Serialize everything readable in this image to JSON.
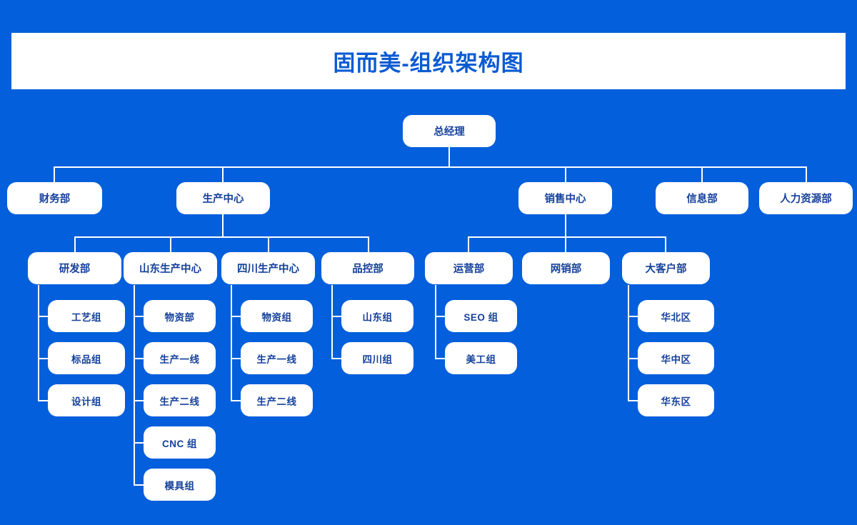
{
  "page": {
    "background_color": "#035FDB",
    "node_fill_color": "#FFFFFF",
    "node_text_color": "#14409A",
    "connector_color": "#FFFFFF"
  },
  "header": {
    "title": "固而美-组织架构图"
  },
  "chart_data": {
    "type": "diagram",
    "diagram_kind": "organization-chart",
    "title": "固而美-组织架构图",
    "orientation": "top-down",
    "nodes": [
      {
        "id": "ceo",
        "label": "总经理",
        "level": 0,
        "parent": null
      },
      {
        "id": "finance",
        "label": "财务部",
        "level": 1,
        "parent": "ceo"
      },
      {
        "id": "production",
        "label": "生产中心",
        "level": 1,
        "parent": "ceo"
      },
      {
        "id": "sales",
        "label": "销售中心",
        "level": 1,
        "parent": "ceo"
      },
      {
        "id": "info",
        "label": "信息部",
        "level": 1,
        "parent": "ceo"
      },
      {
        "id": "hr",
        "label": "人力资源部",
        "level": 1,
        "parent": "ceo"
      },
      {
        "id": "rd",
        "label": "研发部",
        "level": 2,
        "parent": "production"
      },
      {
        "id": "sd_prod",
        "label": "山东生产中心",
        "level": 2,
        "parent": "production"
      },
      {
        "id": "sc_prod",
        "label": "四川生产中心",
        "level": 2,
        "parent": "production"
      },
      {
        "id": "qc",
        "label": "品控部",
        "level": 2,
        "parent": "production"
      },
      {
        "id": "ops",
        "label": "运营部",
        "level": 2,
        "parent": "sales"
      },
      {
        "id": "online",
        "label": "网销部",
        "level": 2,
        "parent": "sales"
      },
      {
        "id": "key_acct",
        "label": "大客户部",
        "level": 2,
        "parent": "sales"
      },
      {
        "id": "rd_1",
        "label": "工艺组",
        "level": 3,
        "parent": "rd"
      },
      {
        "id": "rd_2",
        "label": "标品组",
        "level": 3,
        "parent": "rd"
      },
      {
        "id": "rd_3",
        "label": "设计组",
        "level": 3,
        "parent": "rd"
      },
      {
        "id": "sd_1",
        "label": "物资部",
        "level": 3,
        "parent": "sd_prod"
      },
      {
        "id": "sd_2",
        "label": "生产一线",
        "level": 3,
        "parent": "sd_prod"
      },
      {
        "id": "sd_3",
        "label": "生产二线",
        "level": 3,
        "parent": "sd_prod"
      },
      {
        "id": "sd_4",
        "label": "CNC 组",
        "level": 3,
        "parent": "sd_prod"
      },
      {
        "id": "sd_5",
        "label": "模具组",
        "level": 3,
        "parent": "sd_prod"
      },
      {
        "id": "sc_1",
        "label": "物资组",
        "level": 3,
        "parent": "sc_prod"
      },
      {
        "id": "sc_2",
        "label": "生产一线",
        "level": 3,
        "parent": "sc_prod"
      },
      {
        "id": "sc_3",
        "label": "生产二线",
        "level": 3,
        "parent": "sc_prod"
      },
      {
        "id": "qc_1",
        "label": "山东组",
        "level": 3,
        "parent": "qc"
      },
      {
        "id": "qc_2",
        "label": "四川组",
        "level": 3,
        "parent": "qc"
      },
      {
        "id": "ops_1",
        "label": "SEO 组",
        "level": 3,
        "parent": "ops"
      },
      {
        "id": "ops_2",
        "label": "美工组",
        "level": 3,
        "parent": "ops"
      },
      {
        "id": "ka_1",
        "label": "华北区",
        "level": 3,
        "parent": "key_acct"
      },
      {
        "id": "ka_2",
        "label": "华中区",
        "level": 3,
        "parent": "key_acct"
      },
      {
        "id": "ka_3",
        "label": "华东区",
        "level": 3,
        "parent": "key_acct"
      }
    ]
  }
}
